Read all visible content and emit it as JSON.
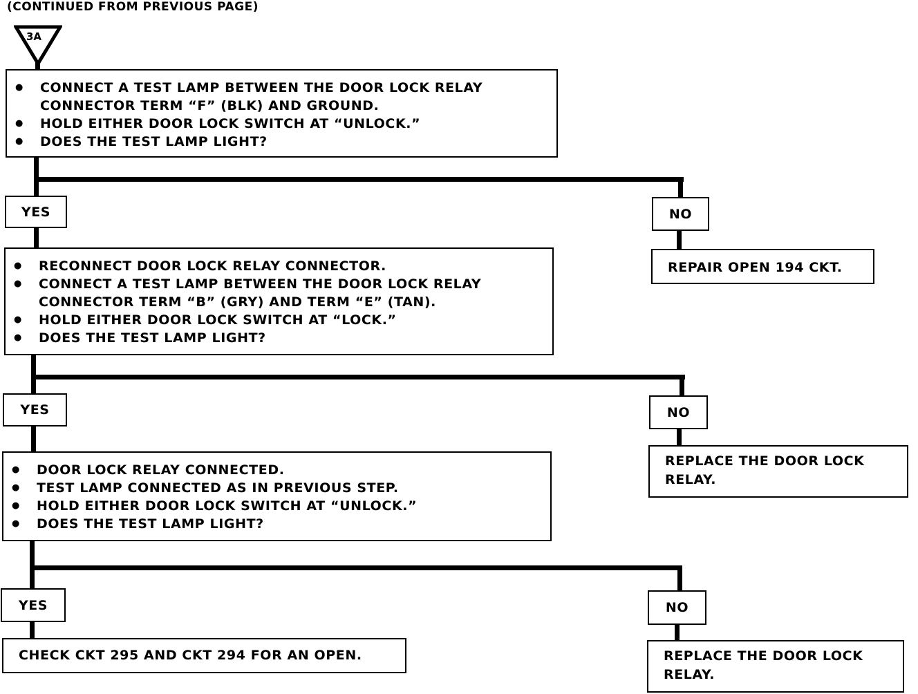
{
  "header": "(CONTINUED FROM PREVIOUS PAGE)",
  "connector": "3A",
  "steps": [
    {
      "lines": [
        "CONNECT A TEST LAMP BETWEEN THE DOOR LOCK RELAY\nCONNECTOR TERM “F” (BLK) AND GROUND.",
        "HOLD EITHER DOOR LOCK SWITCH AT “UNLOCK.”",
        "DOES THE TEST LAMP LIGHT?"
      ],
      "yes": "YES",
      "no": "NO",
      "no_result": "REPAIR OPEN 194 CKT."
    },
    {
      "lines": [
        "RECONNECT DOOR LOCK RELAY CONNECTOR.",
        "CONNECT A TEST LAMP BETWEEN THE DOOR LOCK RELAY\nCONNECTOR TERM “B” (GRY) AND TERM “E” (TAN).",
        "HOLD EITHER DOOR LOCK SWITCH AT “LOCK.”",
        "DOES THE TEST LAMP LIGHT?"
      ],
      "yes": "YES",
      "no": "NO",
      "no_result": "REPLACE THE DOOR LOCK\nRELAY."
    },
    {
      "lines": [
        "DOOR LOCK RELAY CONNECTED.",
        "TEST LAMP CONNECTED AS IN PREVIOUS STEP.",
        "HOLD EITHER DOOR LOCK SWITCH AT “UNLOCK.”",
        "DOES THE TEST LAMP LIGHT?"
      ],
      "yes": "YES",
      "no": "NO",
      "yes_result": "CHECK CKT 295 AND CKT 294 FOR AN OPEN.",
      "no_result": "REPLACE THE DOOR LOCK\nRELAY."
    }
  ]
}
